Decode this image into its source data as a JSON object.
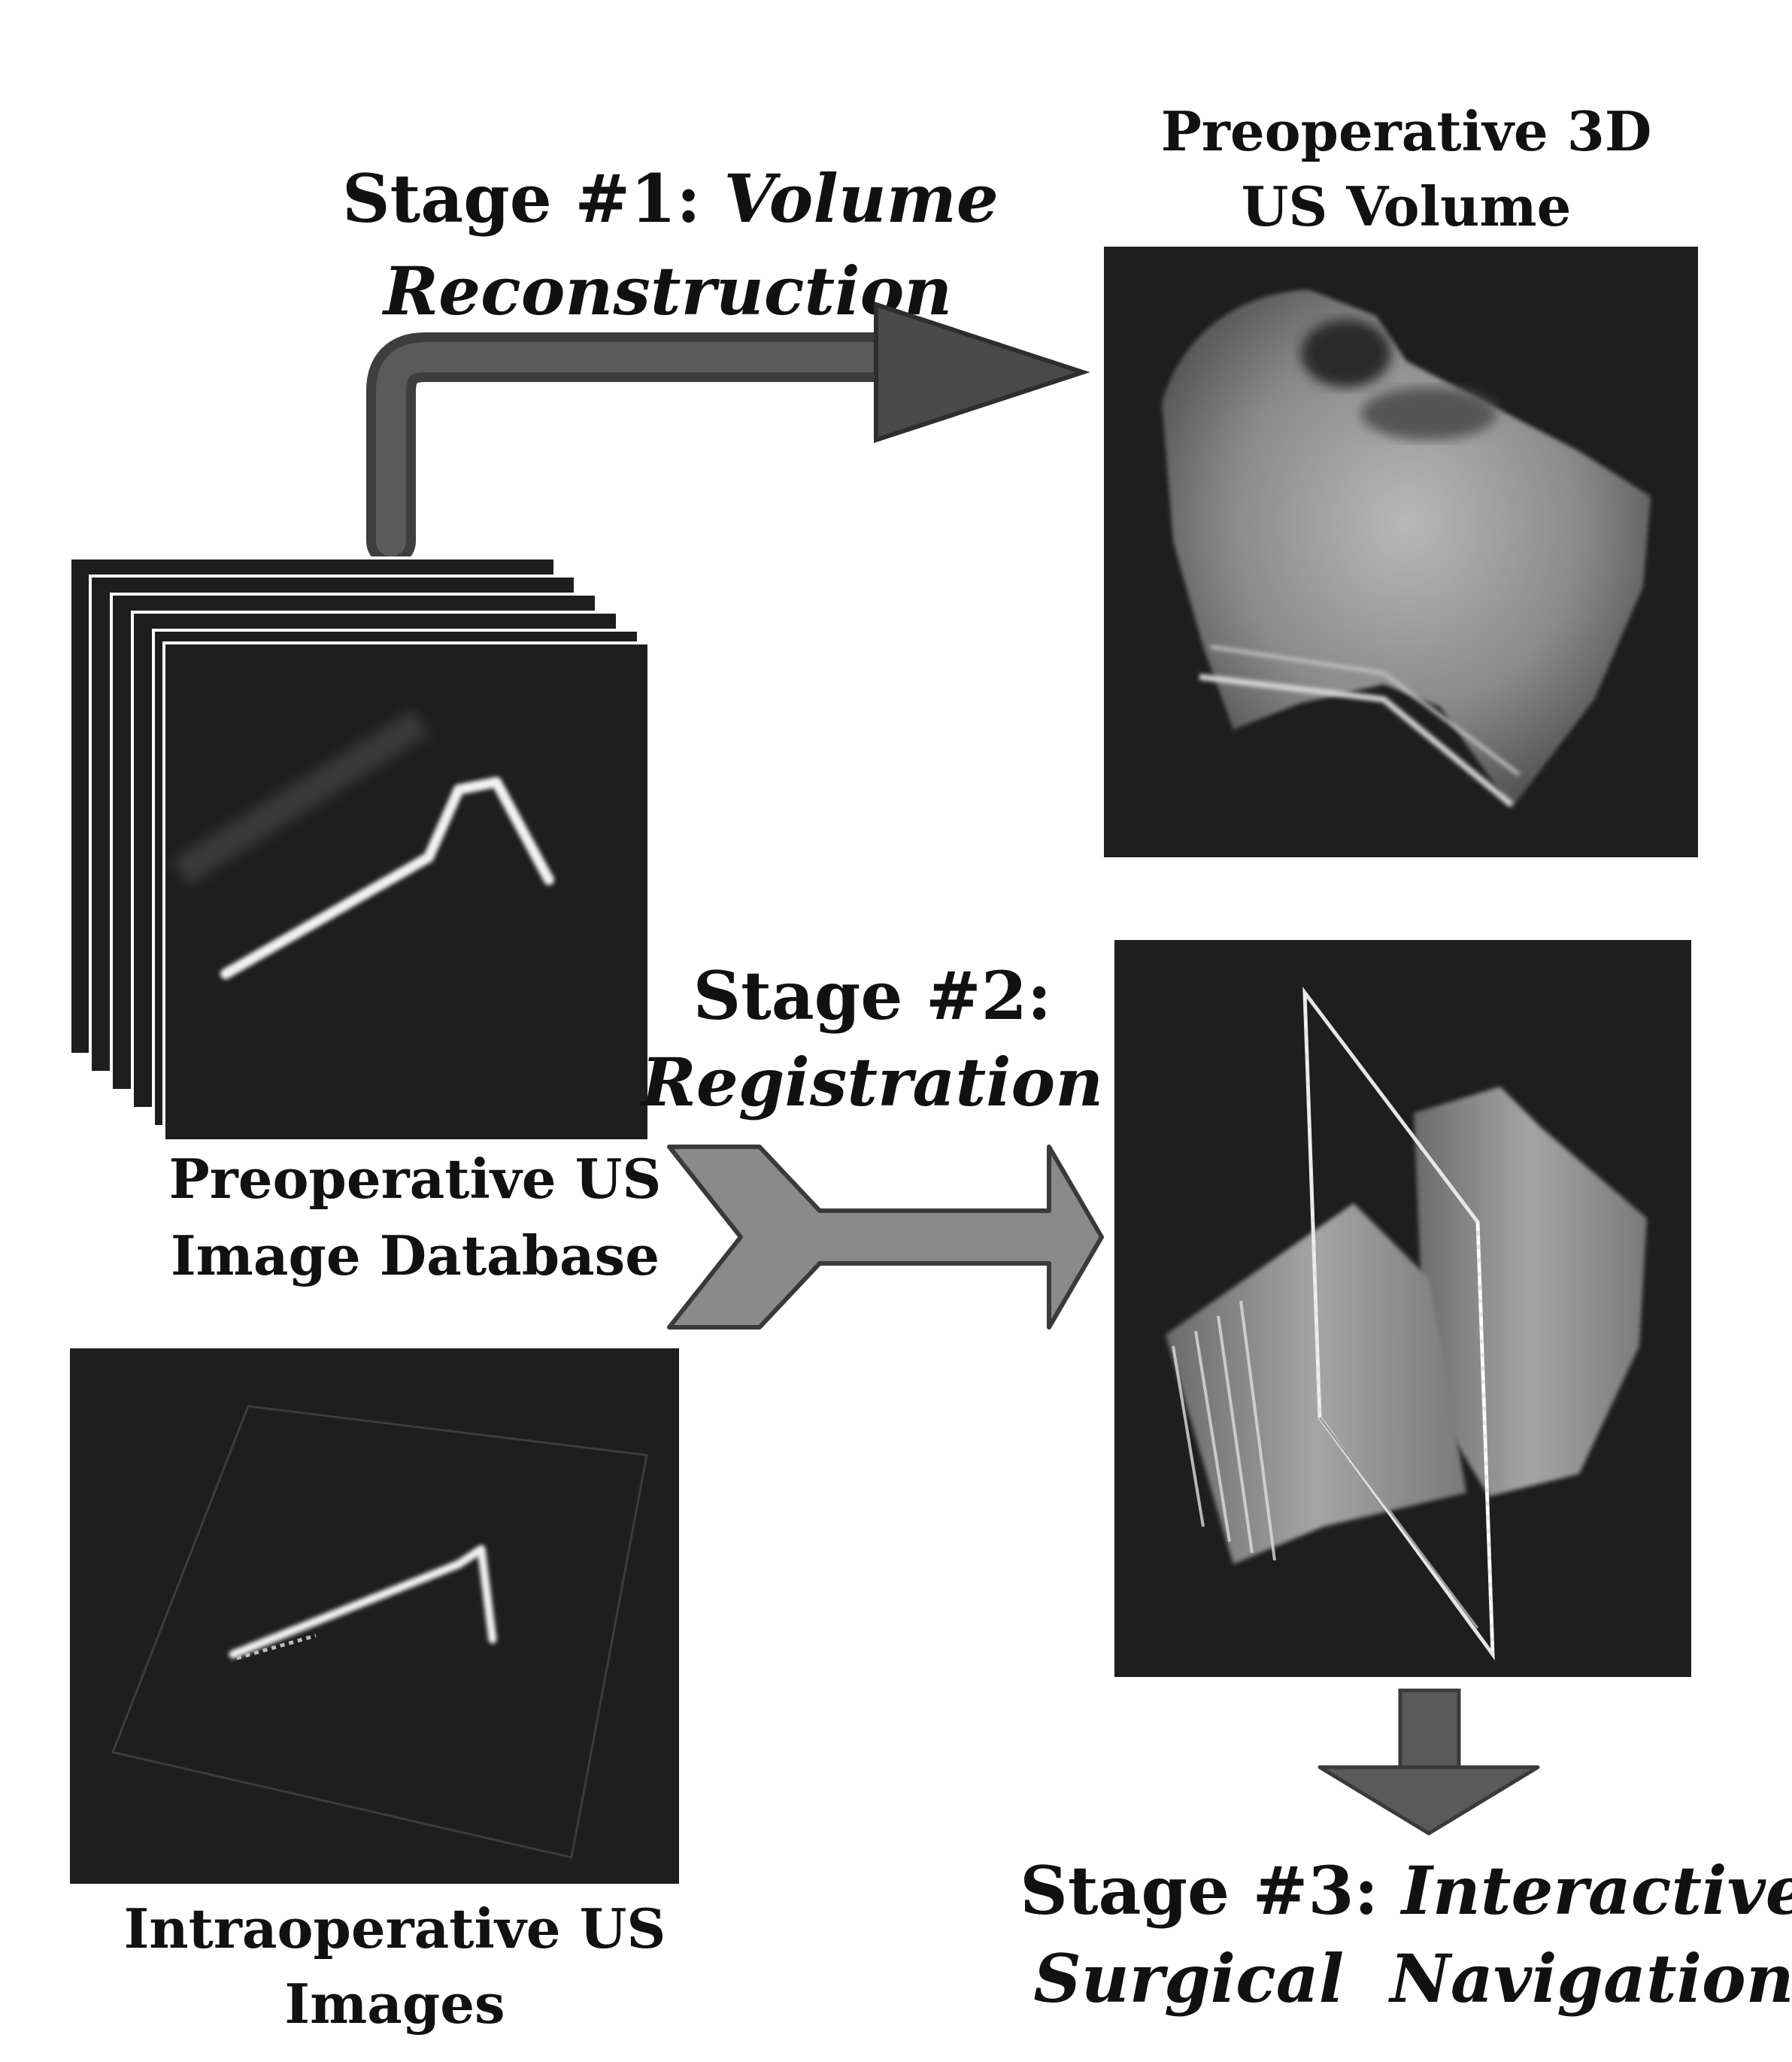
{
  "stages": {
    "stage1": {
      "prefix": "Stage #1: ",
      "name_line1": "Volume",
      "name_line2": "Reconstruction"
    },
    "stage2": {
      "prefix": "Stage #2:",
      "name": "Registration"
    },
    "stage3": {
      "prefix": "Stage #3: ",
      "name_line1": "Interactive",
      "name_line2": "Surgical  Navigation"
    }
  },
  "panels": {
    "preop_volume": {
      "line1": "Preoperative 3D",
      "line2": "US Volume"
    },
    "preop_database": {
      "line1": "Preoperative US",
      "line2": "Image Database"
    },
    "intraop_images": {
      "line1": "Intraoperative US",
      "line2": "Images"
    }
  },
  "colors": {
    "image_bg": "#1e1e1e",
    "arrow_dark": "#4a4a4a",
    "arrow_light": "#8a8a8a",
    "text": "#111111"
  }
}
